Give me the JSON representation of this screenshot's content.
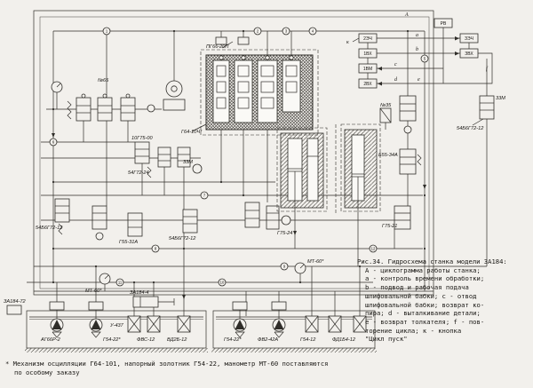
{
  "colors": {
    "paper": "#f2f0ec",
    "ink": "#2f2d29"
  },
  "figure_caption": {
    "lines": [
      "Рис.34. Гидросхема станка модели ЗА184:",
      "А - циклограмма работы станка;",
      "а - контроль времени обработки;",
      "b - подвод и рабочая подача",
      "шлифовальной бабки; с - отвод",
      "шлифовальной бабки; возврат ко-",
      "пира; d - выталкивание детали;",
      "е - возврат толкателя; f - пов-",
      "торение цикла; к - кнопка",
      "\"Цикл пуск\""
    ]
  },
  "footnote": {
    "line1": "* Механизм осцилляции Г64-101, напорный золотник Г54-22, манометр МТ-60 поставляются",
    "line2": "по особому заказу"
  },
  "cyclogram": {
    "title": "А",
    "button_label": "к",
    "boxes": [
      "РВ",
      "2ЭЧ",
      "ЗЭЧ",
      "1ВХ",
      "ЗВХ",
      "1ВМ",
      "2ВХ"
    ],
    "phase_labels": [
      "а",
      "b",
      "с",
      "d",
      "е",
      "f"
    ]
  },
  "component_labels": [
    "ПГ66-20П",
    "№65",
    "Г64-10Ч*",
    "10Г75-00",
    "54Г72-24",
    "33М",
    "№35",
    "33М",
    "54Б6Г72-12",
    "Б55-34А",
    "54Б6Г72-12",
    "Г55-31А",
    "54Б6Г72-12",
    "Г75-24",
    "Г75-21",
    "МТ-60*",
    "ЗА184-72",
    "МТ-60*",
    "ЗА184-4",
    "АГ66Р-2",
    "Г54-22*",
    "ФВС-12",
    "ВД2Б-12",
    "Г54-22*",
    "ФВ2-42А",
    "Г54-12",
    "ФД1Б4-12",
    "У-437"
  ],
  "node_numbers": [
    "1",
    "2",
    "3",
    "4",
    "5",
    "6",
    "7",
    "8",
    "9",
    "10",
    "11",
    "12"
  ]
}
